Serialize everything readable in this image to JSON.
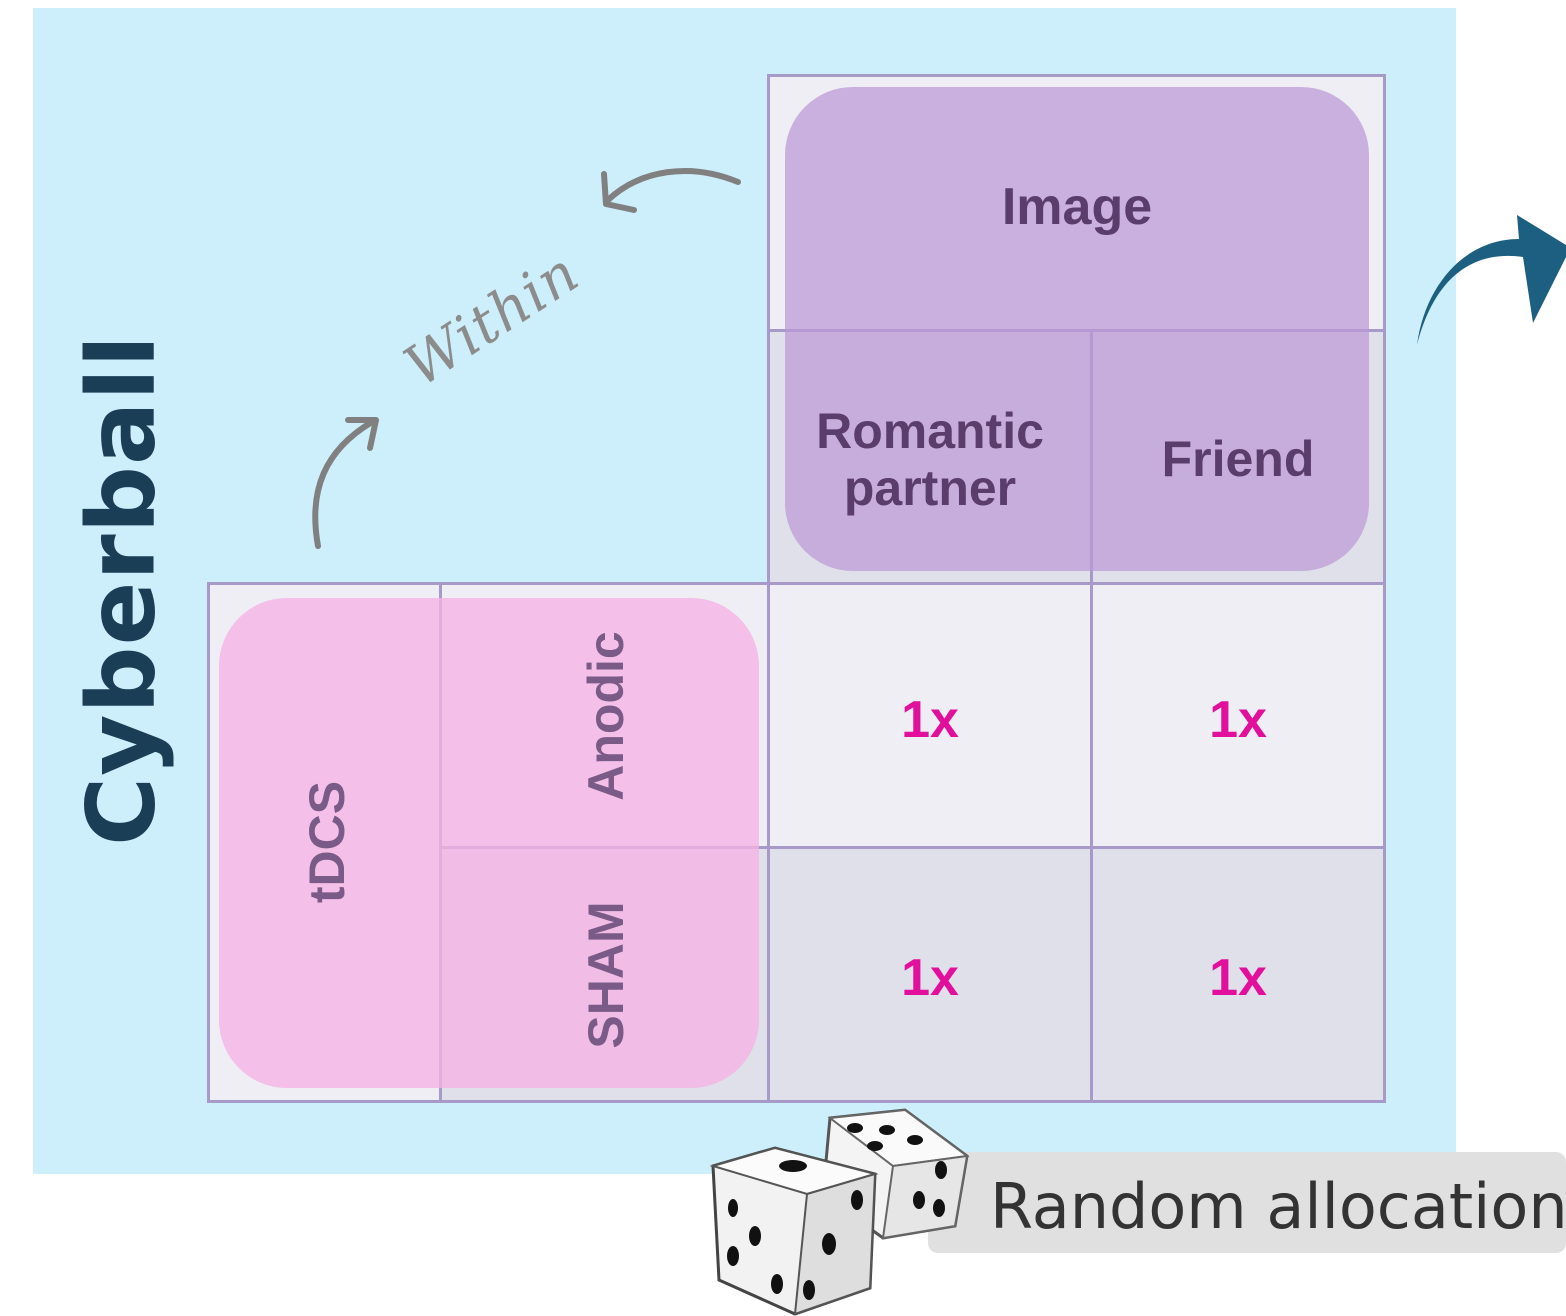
{
  "panel": {
    "title": "Cyberball",
    "background": "#cdeefb",
    "title_color": "#1b3e57"
  },
  "within": {
    "text": "Within",
    "arrow_color": "#808080"
  },
  "factors": {
    "image": {
      "label": "Image",
      "levels": [
        "Romantic partner",
        "Friend"
      ],
      "color": "#bd99d6"
    },
    "tdcs": {
      "label": "tDCS",
      "levels": [
        "Anodic",
        "SHAM"
      ],
      "color": "#f6b2e4"
    }
  },
  "cells": [
    {
      "row": "Anodic",
      "col": "Romantic partner",
      "value": "1x"
    },
    {
      "row": "Anodic",
      "col": "Friend",
      "value": "1x"
    },
    {
      "row": "SHAM",
      "col": "Romantic partner",
      "value": "1x"
    },
    {
      "row": "SHAM",
      "col": "Friend",
      "value": "1x"
    }
  ],
  "allocation": {
    "label": "Random allocation",
    "icon": "dice-icon"
  },
  "next_arrow": {
    "icon": "curved-arrow-icon",
    "color": "#1c5f80"
  },
  "colors": {
    "grid_line": "#a79ac8",
    "cell_mark": "#e10f9b",
    "label_text": "#5a3d6b"
  }
}
